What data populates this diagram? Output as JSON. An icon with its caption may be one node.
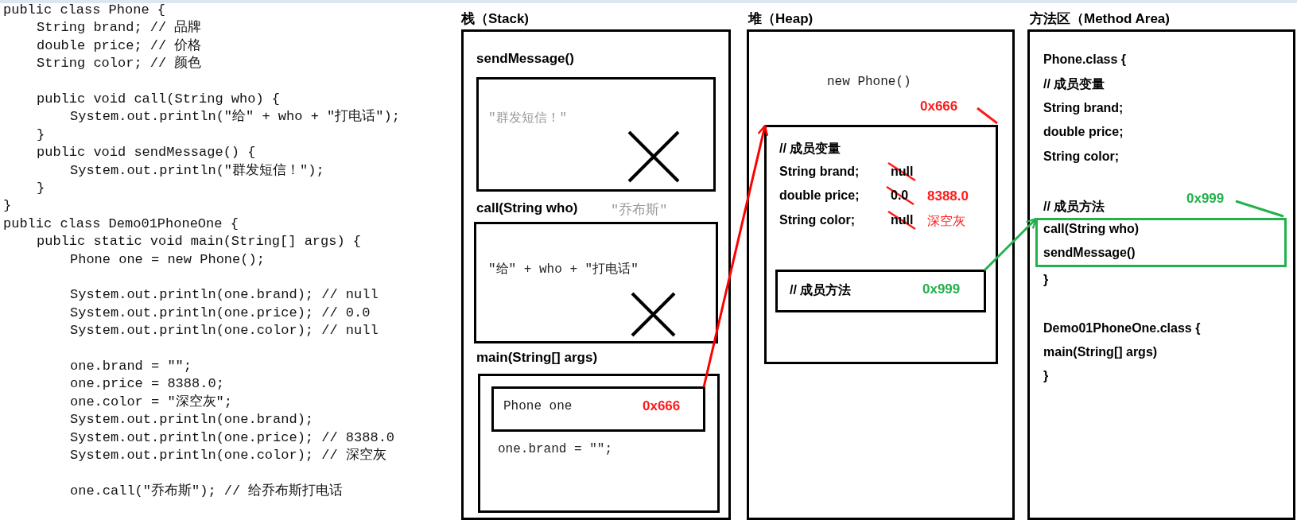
{
  "diagram": {
    "nodes": [
      {
        "text": [
          "栈（Stack)"
        ]
      },
      {
        "text": [
          "sendMessage()",
          "\"群发短信！\""
        ],
        "in": 0
      },
      {
        "text": [
          "call(String who)",
          "\"给\" + who + \"打电话\""
        ],
        "beside": [
          "\"乔布斯\""
        ],
        "in": 0
      },
      {
        "text": [
          "main(String[] args)",
          "one.brand = \"\";"
        ],
        "in": 0
      },
      {
        "text": [
          "Phone one",
          "0x666"
        ],
        "in": 3
      },
      {
        "text": [
          "堆（Heap)",
          "new Phone()"
        ]
      },
      {
        "text": [
          "// 成员变量",
          "String brand;",
          "null",
          "double price;",
          "0.0",
          "8388.0",
          "String color;",
          "null",
          "深空灰"
        ],
        "beside": [
          "0x666"
        ],
        "in": 5
      },
      {
        "text": [
          "// 成员方法",
          "0x999"
        ],
        "in": 6
      },
      {
        "text": [
          "方法区（Method Area)",
          "Phone.class {",
          "// 成员变量",
          "String brand;",
          "double price;",
          "String color;",
          "// 成员方法",
          "}",
          "Demo01PhoneOne.class {",
          "main(String[] args)",
          "}"
        ]
      },
      {
        "text": [
          "call(String who)",
          "sendMessage()"
        ],
        "beside": [
          "0x999"
        ],
        "in": 8
      }
    ],
    "edges": [
      {
        "from": 4,
        "to": 6,
        "arrow": "to",
        "color": "#ff0000"
      },
      {
        "from": 7,
        "to": 9,
        "arrow": "to",
        "color": "#22b14c"
      }
    ],
    "labels": [
      "public class Phone {",
      "String brand; // 品牌",
      "double price; // 价格",
      "String color; // 颜色",
      "public void call(String who) {",
      "System.out.println(\"给\" + who + \"打电话\");",
      "}",
      "public void sendMessage() {",
      "System.out.println(\"群发短信！\");",
      "}",
      "}",
      "public class Demo01PhoneOne {",
      "public static void main(String[] args) {",
      "Phone one = new Phone();",
      "System.out.println(one.brand); // null",
      "System.out.println(one.price); // 0.0",
      "System.out.println(one.color); // null",
      "one.brand = \"\";",
      "one.price = 8388.0;",
      "one.color = \"深空灰\";",
      "System.out.println(one.brand);",
      "System.out.println(one.price); // 8388.0",
      "System.out.println(one.color); // 深空灰",
      "one.call(\"乔布斯\"); // 给乔布斯打电话"
    ]
  }
}
